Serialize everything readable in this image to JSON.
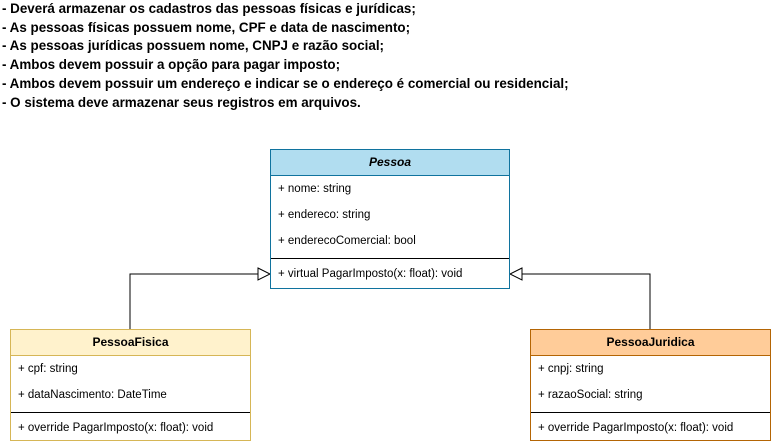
{
  "requirements": [
    "- Deverá armazenar os cadastros das pessoas físicas e jurídicas;",
    "- As pessoas físicas possuem nome, CPF e data de nascimento;",
    "- As pessoas jurídicas possuem nome, CNPJ e razão social;",
    "- Ambos devem possuir a opção para pagar imposto;",
    "- Ambos devem possuir um endereço e indicar se o endereço é comercial ou residencial;",
    "- O sistema deve armazenar seus registros em arquivos."
  ],
  "classes": {
    "pessoa": {
      "name": "Pessoa",
      "attributes": [
        "+ nome: string",
        "+ endereco: string",
        "+ enderecoComercial: bool"
      ],
      "methods": [
        "+ virtual PagarImposto(x: float): void"
      ],
      "header_color": "#b1ddf0",
      "border_color": "#10739e"
    },
    "pessoa_fisica": {
      "name": "PessoaFisica",
      "attributes": [
        "+ cpf: string",
        "+ dataNascimento: DateTime"
      ],
      "methods": [
        "+ override PagarImposto(x: float): void"
      ],
      "header_color": "#fff2cc",
      "border_color": "#d6b656"
    },
    "pessoa_juridica": {
      "name": "PessoaJuridica",
      "attributes": [
        "+ cnpj: string",
        "+ razaoSocial: string"
      ],
      "methods": [
        "+ override PagarImposto(x: float): void"
      ],
      "header_color": "#ffcc99",
      "border_color": "#b46504"
    }
  },
  "relations": [
    {
      "from": "PessoaFisica",
      "to": "Pessoa",
      "type": "inheritance"
    },
    {
      "from": "PessoaJuridica",
      "to": "Pessoa",
      "type": "inheritance"
    }
  ]
}
